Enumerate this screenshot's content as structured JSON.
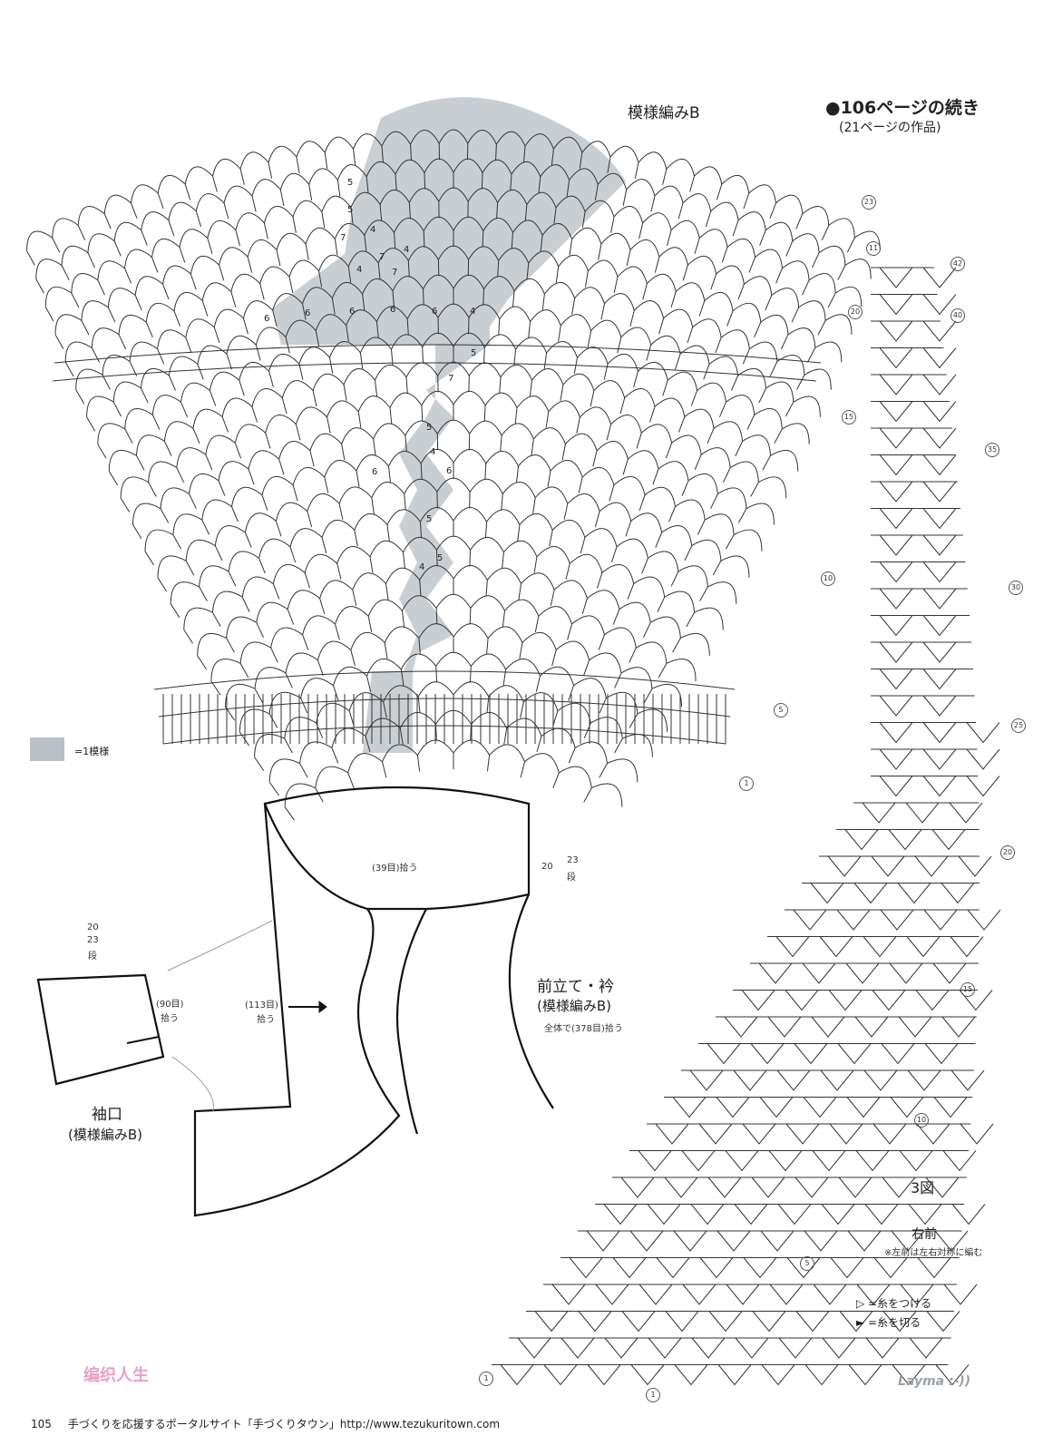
{
  "header": {
    "pattern_title": "模様編みB",
    "continuation": "●106ページの続き",
    "continuation_sub": "(21ページの作品)"
  },
  "legend": {
    "swatch_color": "#b9c0c6",
    "swatch_text": "=1模様"
  },
  "chart_rows_b": [
    "23",
    "20",
    "15",
    "10",
    "5",
    "1"
  ],
  "chart_rows_3": [
    "42",
    "40",
    "35",
    "30",
    "25",
    "20",
    "15",
    "10",
    "5",
    "1",
    "1"
  ],
  "cell_counts": [
    "5",
    "5",
    "7",
    "4",
    "7",
    "4",
    "7",
    "4",
    "6",
    "6",
    "6",
    "6",
    "6",
    "4",
    "5",
    "7",
    "5",
    "4",
    "6",
    "6",
    "5",
    "4",
    "5"
  ],
  "schematic": {
    "pick_39": "(39目)拾う",
    "rows_20": "20",
    "rows_23": "23",
    "rows_dan": "段",
    "cuff_20": "20",
    "cuff_23": "23",
    "cuff_dan": "段",
    "pick_90": "(90目)",
    "pick_90b": "拾う",
    "pick_113": "(113目)",
    "pick_113b": "拾う",
    "front_title": "前立て・衿",
    "front_sub": "(模様編みB)",
    "front_total": "全体で(378目)拾う",
    "cuff_title": "袖口",
    "cuff_sub": "(模様編みB)"
  },
  "fig3": {
    "title": "3図",
    "side": "右前",
    "note": "※左前は左右対称に編む",
    "sym_attach": "▷ =糸をつける",
    "sym_cut": "► =糸を切る",
    "row_11": "11"
  },
  "footer": {
    "page": "105",
    "text": "手づくりを応援するポータルサイト「手づくりタウン」http://www.tezukuritown.com"
  },
  "signature": "Layma :-))",
  "watermark": "编织人生"
}
